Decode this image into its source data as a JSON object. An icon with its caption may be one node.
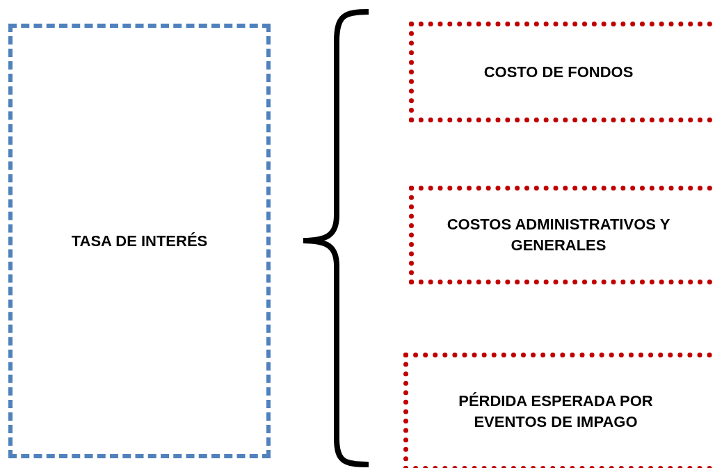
{
  "diagram": {
    "nodes": [
      {
        "text": [
          "TASA DE INTERÉS"
        ]
      },
      {
        "text": [
          "COSTO DE FONDOS"
        ]
      },
      {
        "text": [
          "COSTOS ADMINISTRATIVOS Y GENERALES"
        ]
      },
      {
        "text": [
          "PÉRDIDA ESPERADA POR EVENTOS DE IMPAGO"
        ]
      }
    ]
  }
}
